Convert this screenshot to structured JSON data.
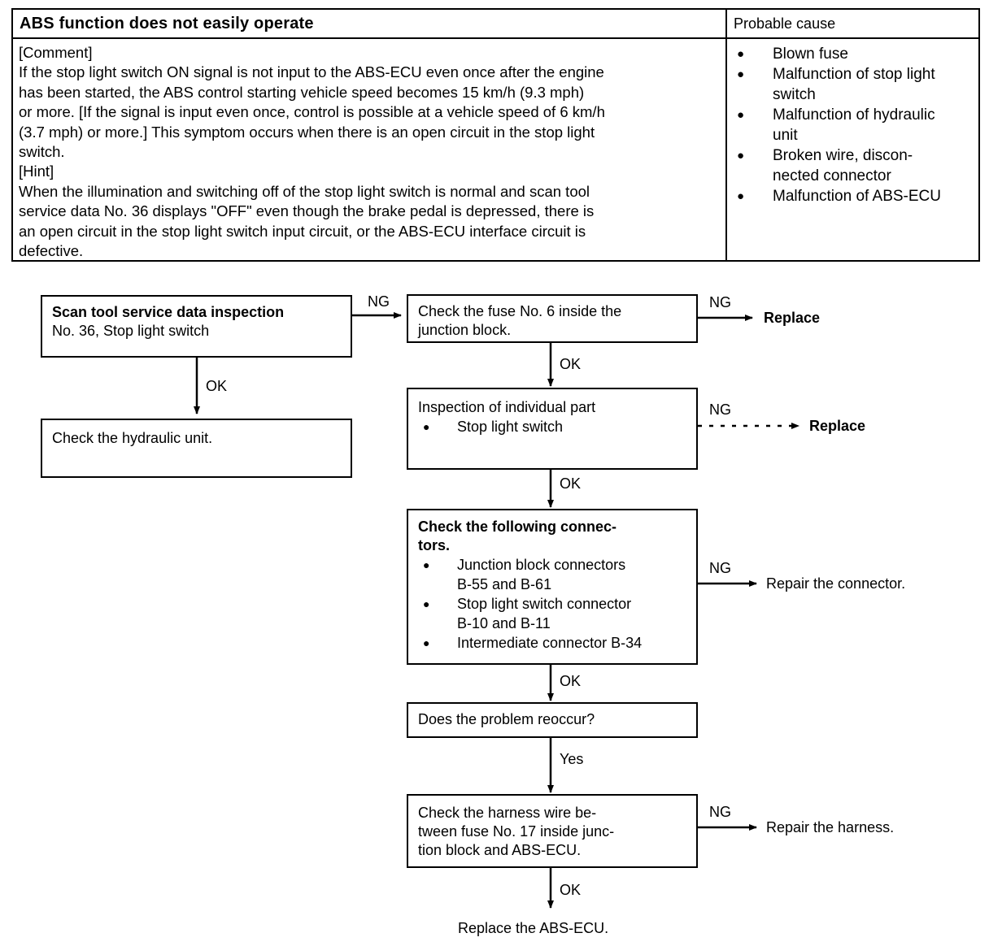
{
  "symptom_table": {
    "header": {
      "symptom": "ABS function does not easily operate",
      "probable_cause": "Probable cause"
    },
    "comment_label": "[Comment]",
    "comment_lines": [
      "If the stop light switch ON signal is not input to the ABS-ECU even once after the engine",
      "has been started, the ABS control starting vehicle speed becomes 15 km/h (9.3 mph)",
      "or more. [If the signal is input even once, control is possible at a vehicle speed of 6 km/h",
      "(3.7 mph) or more.] This symptom occurs when there is an open circuit in the stop light",
      "switch."
    ],
    "hint_label": "[Hint]",
    "hint_lines": [
      "When the illumination and switching off of the stop light switch is normal and scan tool",
      "service data No. 36 displays \"OFF\" even though the brake pedal is depressed, there is",
      "an open circuit in the stop light switch input circuit, or the ABS-ECU interface circuit is",
      "defective."
    ],
    "causes": [
      {
        "line1": "Blown  fuse",
        "line2": ""
      },
      {
        "line1": "Malfunction  of  stop  light",
        "line2": "switch"
      },
      {
        "line1": "Malfunction  of  hydraulic",
        "line2": "unit"
      },
      {
        "line1": "Broken    wire,    discon-",
        "line2": "nected  connector"
      },
      {
        "line1": "Malfunction  of  ABS-ECU",
        "line2": ""
      }
    ],
    "bullet_glyph": "●"
  },
  "flowchart": {
    "box_scan_tool": {
      "title": "Scan tool service data inspection",
      "subtitle": "No. 36, Stop light switch"
    },
    "box_hydraulic": {
      "text": "Check the hydraulic unit."
    },
    "box_fuse": {
      "line1": "Check the fuse No. 6 inside the",
      "line2": "junction block."
    },
    "box_individual_part": {
      "title": "Inspection of individual part",
      "items": [
        "Stop  light  switch"
      ]
    },
    "box_connectors": {
      "title_line1": "Check  the  following  connec-",
      "title_line2": "tors.",
      "items": [
        {
          "line1": "Junction  block  connectors",
          "line2": "B-55  and  B-61"
        },
        {
          "line1": "Stop  light  switch  connector",
          "line2": "B-10  and  B-11"
        },
        {
          "line1": "Intermediate connector B-34",
          "line2": ""
        }
      ]
    },
    "box_reoccur": {
      "text": "Does the problem reoccur?"
    },
    "box_harness": {
      "line1": "Check   the   harness   wire   be-",
      "line2": "tween fuse No. 17 inside junc-",
      "line3": "tion block and ABS-ECU."
    },
    "edge_labels": {
      "ng1": "NG",
      "ok1": "OK",
      "ng2": "NG",
      "ok2": "OK",
      "ng3": "NG",
      "ok3": "OK",
      "ng4": "NG",
      "ok4": "OK",
      "yes1": "Yes",
      "ng5": "NG",
      "ok5": "OK"
    },
    "terminals": {
      "replace_fuse": "Replace",
      "replace_switch": "Replace",
      "repair_connector": "Repair the connector.",
      "repair_harness": "Repair the harness.",
      "replace_ecu": "Replace the ABS-ECU."
    },
    "bullet_glyph": "●"
  },
  "colors": {
    "ink": "#000000",
    "paper": "#ffffff"
  }
}
